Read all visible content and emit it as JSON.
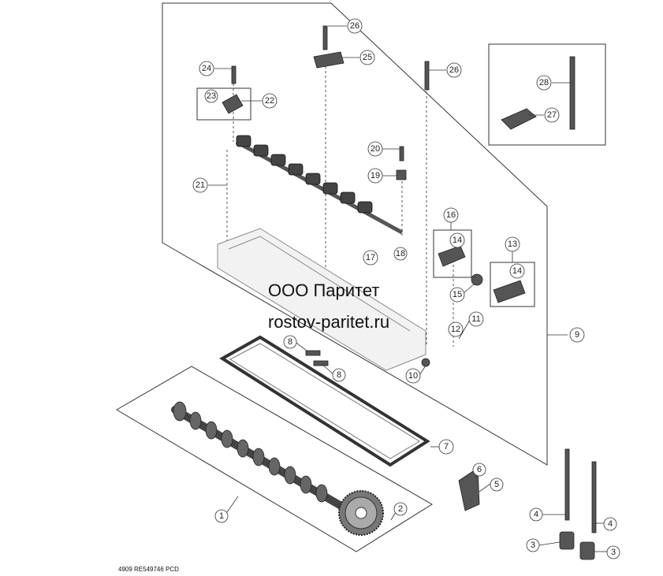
{
  "watermark": {
    "line1": "ООО Паритет",
    "line2": "rostov-paritet.ru"
  },
  "footer": {
    "text": "4909  RE549746  PCD"
  },
  "callouts": {
    "c1": "1",
    "c2": "2",
    "c3a": "3",
    "c3b": "3",
    "c4a": "4",
    "c4b": "4",
    "c5": "5",
    "c6": "6",
    "c7": "7",
    "c8a": "8",
    "c8b": "8",
    "c9": "9",
    "c10": "10",
    "c11": "11",
    "c12": "12",
    "c13": "13",
    "c14a": "14",
    "c14b": "14",
    "c15": "15",
    "c16": "16",
    "c17": "17",
    "c18": "18",
    "c19": "19",
    "c20": "20",
    "c21": "21",
    "c22": "22",
    "c23": "23",
    "c24": "24",
    "c25": "25",
    "c26a": "26",
    "c26b": "26",
    "c27": "27",
    "c28": "28"
  }
}
